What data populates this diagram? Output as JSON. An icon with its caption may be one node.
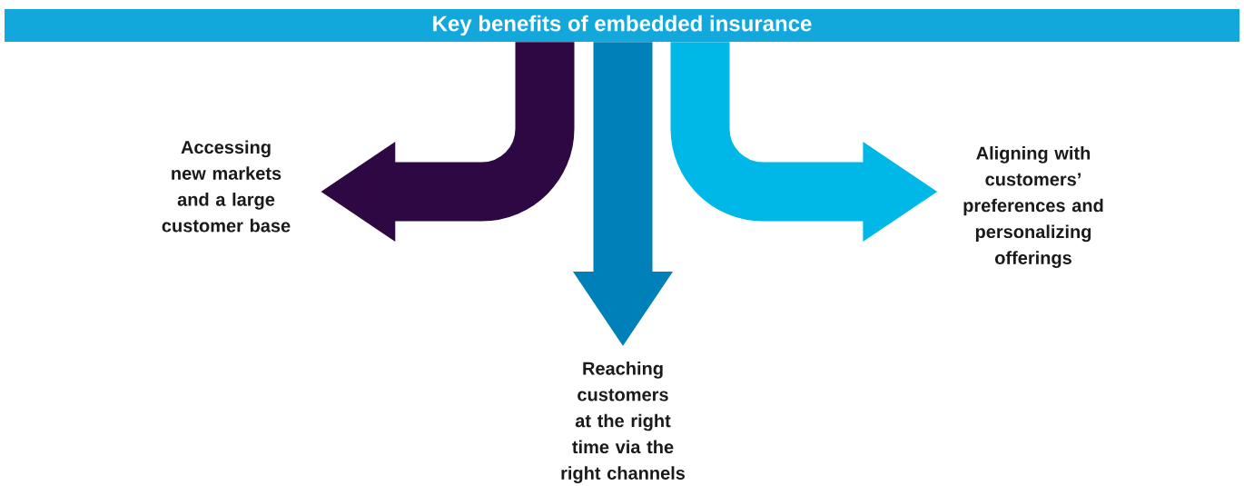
{
  "diagram": {
    "nodes": [
      {
        "text": [
          "Key benefits of embedded insurance"
        ]
      },
      {
        "text": [
          "Accessing new markets and a large customer base"
        ]
      },
      {
        "text": [
          "Reaching customers at the right time via the right channels"
        ]
      },
      {
        "text": [
          "Aligning with customers’ preferences and personalizing offerings"
        ]
      }
    ],
    "edges": [
      {
        "from": 0,
        "to": 1,
        "arrow": "to",
        "color": "#2e0842"
      },
      {
        "from": 0,
        "to": 2,
        "arrow": "to",
        "color": "#0080b8"
      },
      {
        "from": 0,
        "to": 3,
        "arrow": "to",
        "color": "#00b8e8"
      }
    ]
  }
}
